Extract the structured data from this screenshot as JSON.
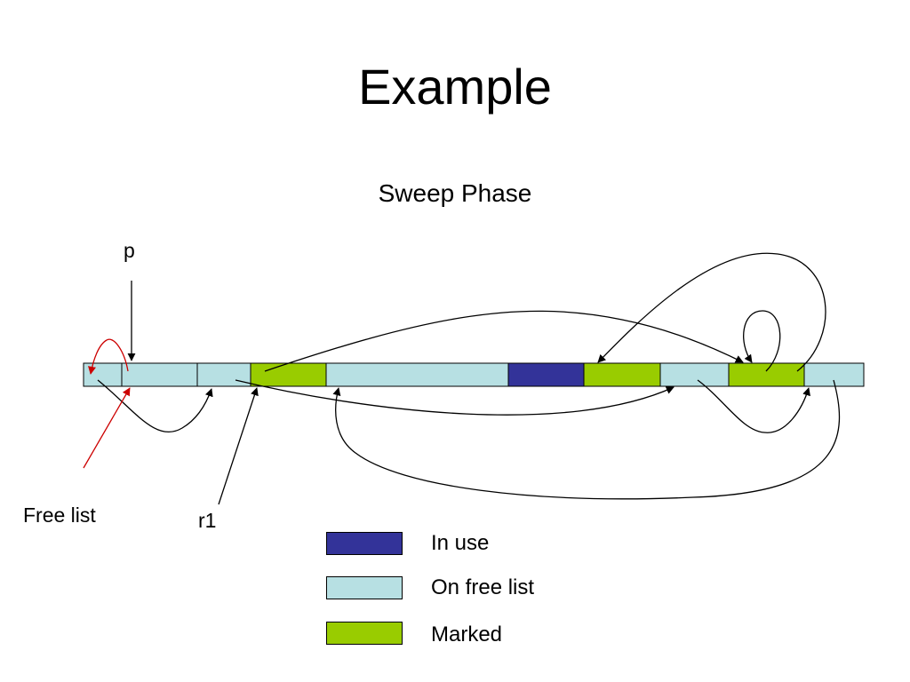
{
  "slide": {
    "title": "Example",
    "subtitle": "Sweep Phase"
  },
  "labels": {
    "p": "p",
    "r1": "r1",
    "free_list": "Free list"
  },
  "colors": {
    "in_use": "#333399",
    "on_free_list": "#b7e0e3",
    "marked": "#99cc00",
    "free_list_arrow": "#cc0000",
    "stroke": "#000000"
  },
  "memory_blocks": [
    {
      "state": "on_free_list"
    },
    {
      "state": "on_free_list"
    },
    {
      "state": "on_free_list"
    },
    {
      "state": "marked"
    },
    {
      "state": "on_free_list"
    },
    {
      "state": "in_use"
    },
    {
      "state": "marked"
    },
    {
      "state": "on_free_list"
    },
    {
      "state": "marked"
    },
    {
      "state": "on_free_list"
    }
  ],
  "legend": [
    {
      "key": "in_use",
      "label": "In use"
    },
    {
      "key": "on_free_list",
      "label": "On free list"
    },
    {
      "key": "marked",
      "label": "Marked"
    }
  ]
}
